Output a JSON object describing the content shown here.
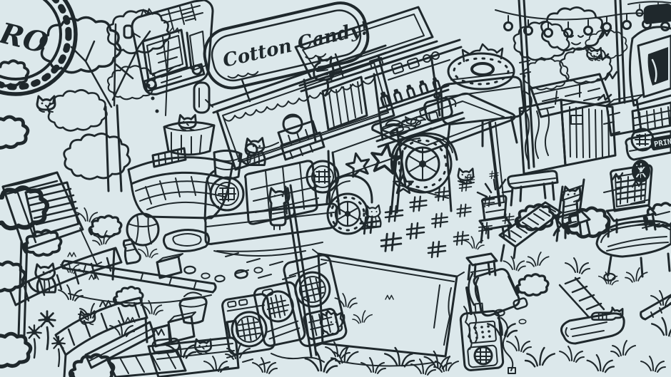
{
  "colors": {
    "paper": "#dce8eb",
    "ink": "#1f282c"
  },
  "texts": {
    "sign": "Cotton Candy!",
    "license_plate": "PRIN",
    "badge_letters": "RO"
  },
  "scene": {
    "style": "hand-drawn black ink line art on pale blue paper",
    "objects": [
      "festival-badge",
      "tree-left",
      "mini-bus",
      "cotton-candy-van",
      "sign-cotton-candy",
      "tent",
      "market-stall-1",
      "market-stall-2",
      "camp-bed",
      "laundry-basket",
      "washtub",
      "drum",
      "basketball",
      "rope-ring",
      "boot",
      "crates",
      "picnic-table",
      "teapot",
      "cotton-candy-machine",
      "checkered-blanket",
      "string-lights",
      "light-poles",
      "planter-trees",
      "slat-counter",
      "car",
      "license-plate",
      "chair-small",
      "bench",
      "lounger",
      "chair-with-cat",
      "tall-chair",
      "oval-table",
      "stool",
      "speakers",
      "projection-tarp",
      "megaphone-radio",
      "ladder",
      "log",
      "flowers",
      "grass",
      "stones"
    ],
    "cats": [
      {
        "id": "cat-van-roof",
        "location": "sitting on van roof rail"
      },
      {
        "id": "cat-windshield",
        "location": "inside van windshield on dashboard"
      },
      {
        "id": "cat-front-bumper",
        "location": "standing on van front bumper"
      },
      {
        "id": "cat-washtub",
        "location": "peeking from washtub on basket"
      },
      {
        "id": "cat-tree-left",
        "location": "peeking from left tree foliage"
      },
      {
        "id": "cat-by-tent",
        "location": "sitting near tent"
      },
      {
        "id": "cat-stall-roof",
        "location": "on striped stall awning"
      },
      {
        "id": "cat-camp-bed",
        "location": "head on camp bed"
      },
      {
        "id": "cat-cotton-candy-machine",
        "location": "ears behind candy machine bowl"
      },
      {
        "id": "cat-under-table",
        "location": "under picnic table"
      },
      {
        "id": "cat-by-picnic-blanket",
        "location": "beside checkered blanket"
      },
      {
        "id": "cat-right-tree",
        "location": "peeking in right trees"
      },
      {
        "id": "cat-on-chair",
        "location": "climbing wooden chair"
      },
      {
        "id": "cat-on-log",
        "location": "lying on log, bottom right"
      },
      {
        "id": "cat-by-speakers",
        "location": "fluffy cat beside tall speaker"
      }
    ]
  }
}
